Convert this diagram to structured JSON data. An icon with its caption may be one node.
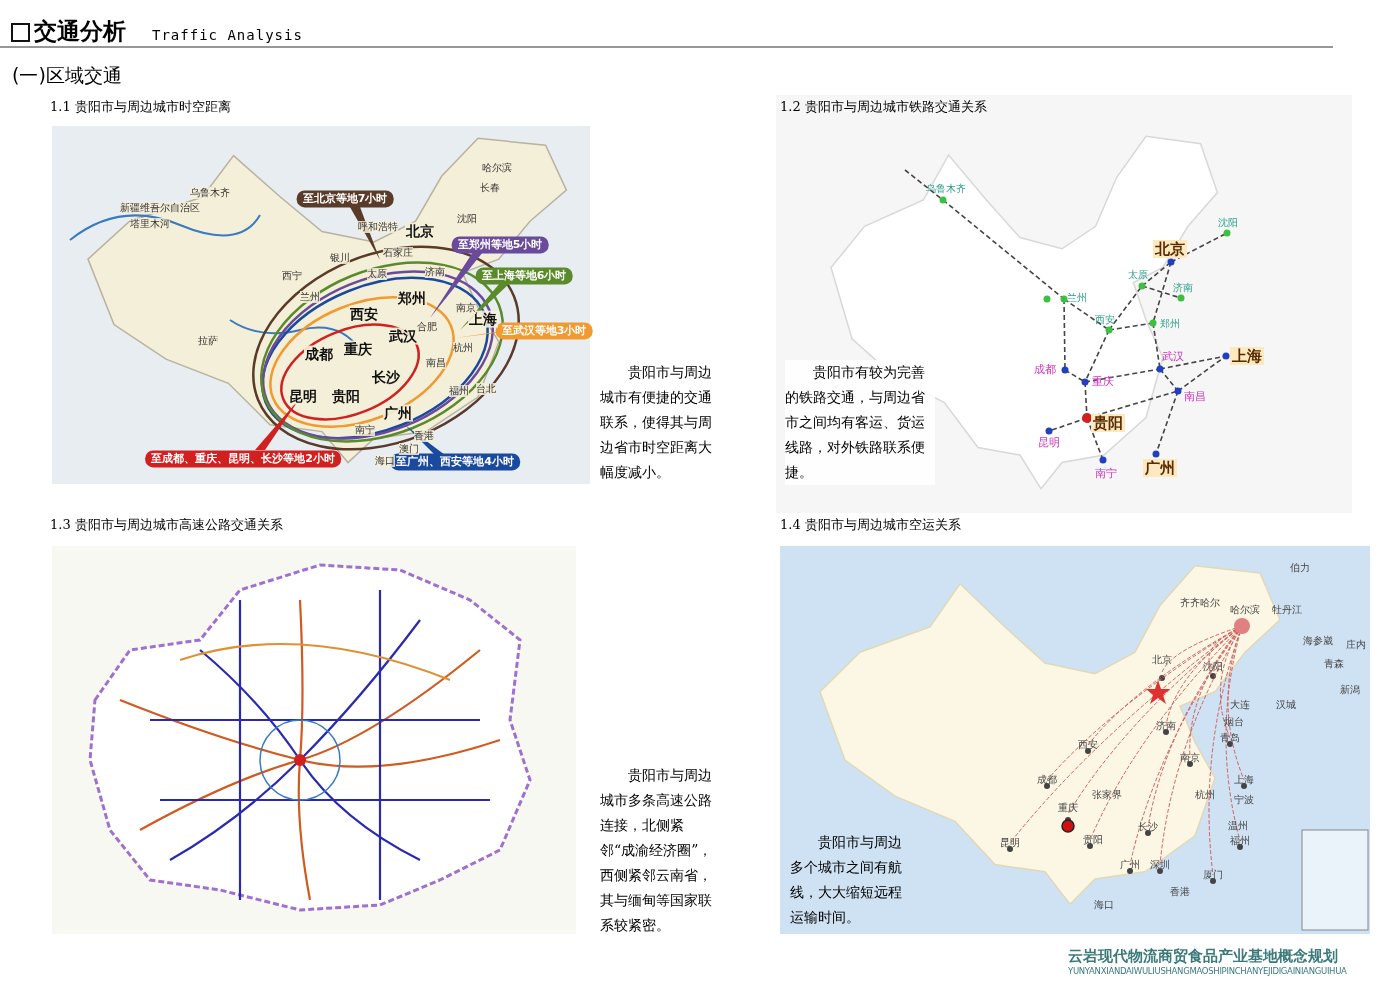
{
  "diagram": {
    "title": "交通分析",
    "labels": [
      "Traffic Analysis",
      "(一)区域交通",
      "1.1 贵阳市与周边城市时空距离",
      "贵阳市与周边城市有便捷的交通联系，使得其与周边省市时空距离大幅度减小。",
      "1.2 贵阳市与周边城市铁路交通关系",
      "贵阳市有较为完善的铁路交通，与周边省市之间均有客运、货运线路，对外铁路联系便捷。",
      "1.3 贵阳市与周边城市高速公路交通关系",
      "贵阳市与周边城市多条高速公路连接，北侧紧邻“成渝经济圈”，西侧紧邻云南省，其与缅甸等国家联系较紧密。",
      "1.4 贵阳市与周边城市空运关系",
      "贵阳市与周边多个城市之间有航线，大大缩短远程运输时间。",
      "云岩现代物流商贸食品产业基地概念规划",
      "YUNYANXIANDAIWULIUSHANGMAOSHIPINCHANYEJIDIGAINIANGUIHUA",
      "至北京等地7小时",
      "至郑州等地5小时",
      "至上海等地6小时",
      "至武汉等地3小时",
      "至成都、重庆、昆明、长沙等地2小时",
      "至广州、西安等地4小时",
      "北京",
      "郑州",
      "西安",
      "上海",
      "武汉",
      "成都",
      "重庆",
      "长沙",
      "昆明",
      "贵阳",
      "广州",
      "乌鲁木齐",
      "新疆维吾尔自治区",
      "塔里木河",
      "哈尔滨",
      "长春",
      "沈阳",
      "呼和浩特",
      "石家庄",
      "太原",
      "济南",
      "银川",
      "西宁",
      "兰州",
      "拉萨",
      "南京",
      "合肥",
      "杭州",
      "南昌",
      "福州",
      "台北",
      "南宁",
      "香港",
      "澳门",
      "海口",
      "乌鲁木齐",
      "沈阳",
      "北京",
      "太原",
      "济南",
      "兰州",
      "西安",
      "郑州",
      "上海",
      "武汉",
      "成都",
      "重庆",
      "南昌",
      "贵阳",
      "昆明",
      "南宁",
      "广州",
      "伯力",
      "齐齐哈尔",
      "哈尔滨",
      "牡丹江",
      "海参崴",
      "庄内",
      "青森",
      "新潟",
      "北京",
      "沈阳",
      "大连",
      "汉城",
      "济南",
      "烟台",
      "青岛",
      "西安",
      "南京",
      "成都",
      "上海",
      "张家界",
      "杭州",
      "宁波",
      "重庆",
      "长沙",
      "温州",
      "昆明",
      "贵阳",
      "福州",
      "广州",
      "深圳",
      "厦门",
      "香港",
      "海口"
    ]
  }
}
